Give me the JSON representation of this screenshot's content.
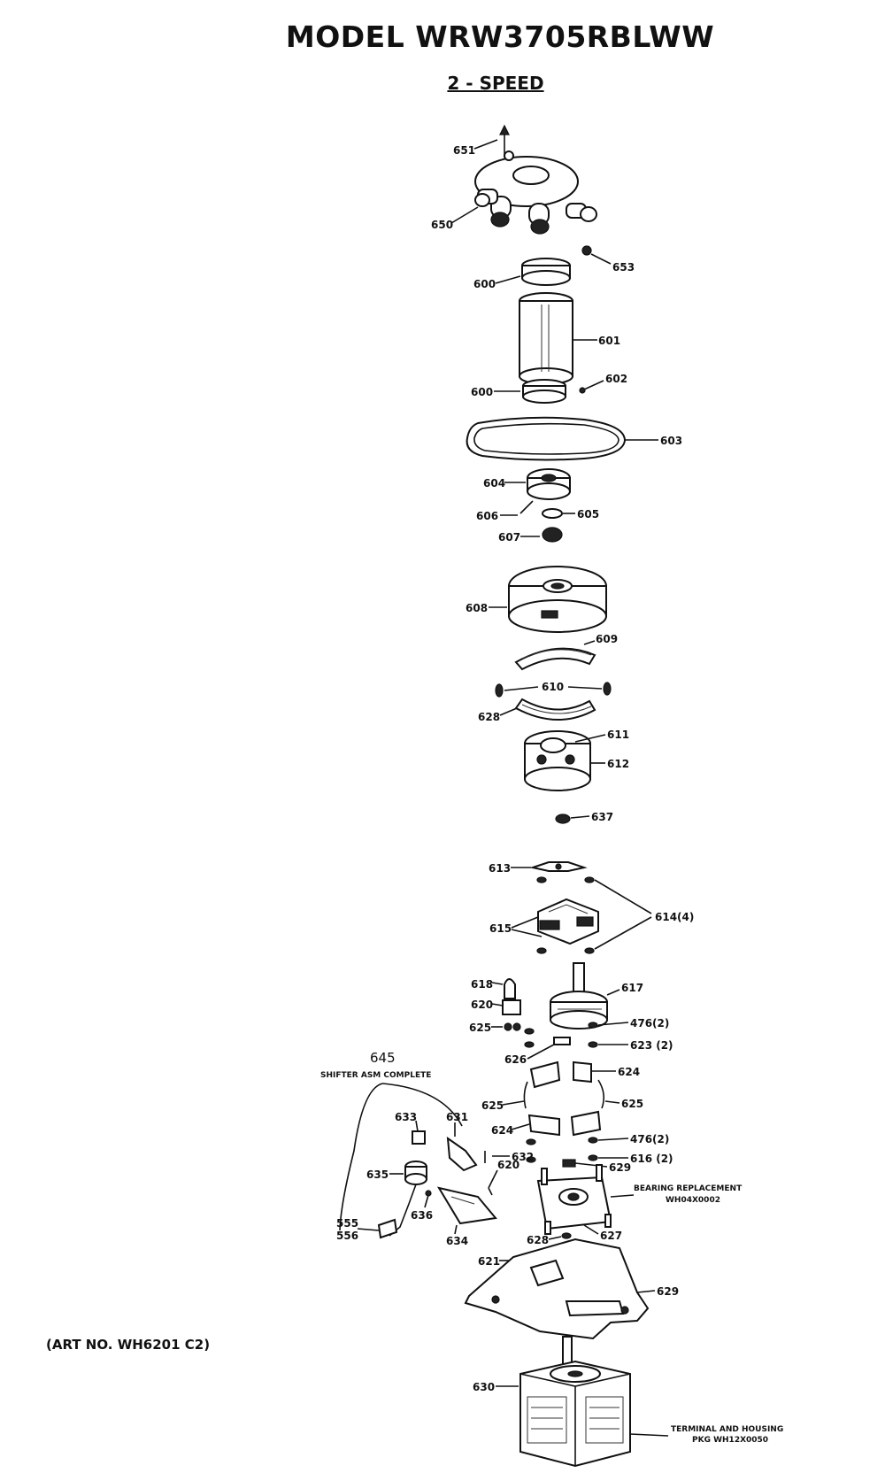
{
  "header": {
    "model_title": "MODEL WRW3705RBLWW",
    "subtitle": "2 - SPEED"
  },
  "footer": {
    "art_number": "(ART NO. WH6201 C2)"
  },
  "labels": {
    "p651": "651",
    "p650": "650",
    "p653": "653",
    "p600a": "600",
    "p601": "601",
    "p602": "602",
    "p600b": "600",
    "p603": "603",
    "p604": "604",
    "p606": "606",
    "p605": "605",
    "p607": "607",
    "p608": "608",
    "p609": "609",
    "p610": "610",
    "p628a": "628",
    "p611": "611",
    "p612": "612",
    "p637": "637",
    "p613": "613",
    "p614": "614(4)",
    "p615": "615",
    "p618": "618",
    "p620a": "620",
    "p617": "617",
    "p625a": "625",
    "p476a": "476(2)",
    "p623a": "623 (2)",
    "p626": "626",
    "p624a": "624",
    "p625b": "625",
    "p625c": "625",
    "p624b": "624",
    "p476b": "476(2)",
    "p632": "632",
    "p616": "616 (2)",
    "p629": "629",
    "p633": "633",
    "p631": "631",
    "p620b": "620",
    "p635": "635",
    "p636": "636",
    "p634": "634",
    "p555": "555",
    "p556": "556",
    "p628b": "628",
    "p627": "627",
    "p621": "621",
    "p629b": "629",
    "p630": "630",
    "p645": "645",
    "shifter_note": "SHIFTER ASM COMPLETE",
    "bearing_note_1": "BEARING REPLACEMENT",
    "bearing_note_2": "WH04X0002",
    "terminal_note_1": "TERMINAL AND HOUSING",
    "terminal_note_2": "PKG WH12X0050"
  }
}
